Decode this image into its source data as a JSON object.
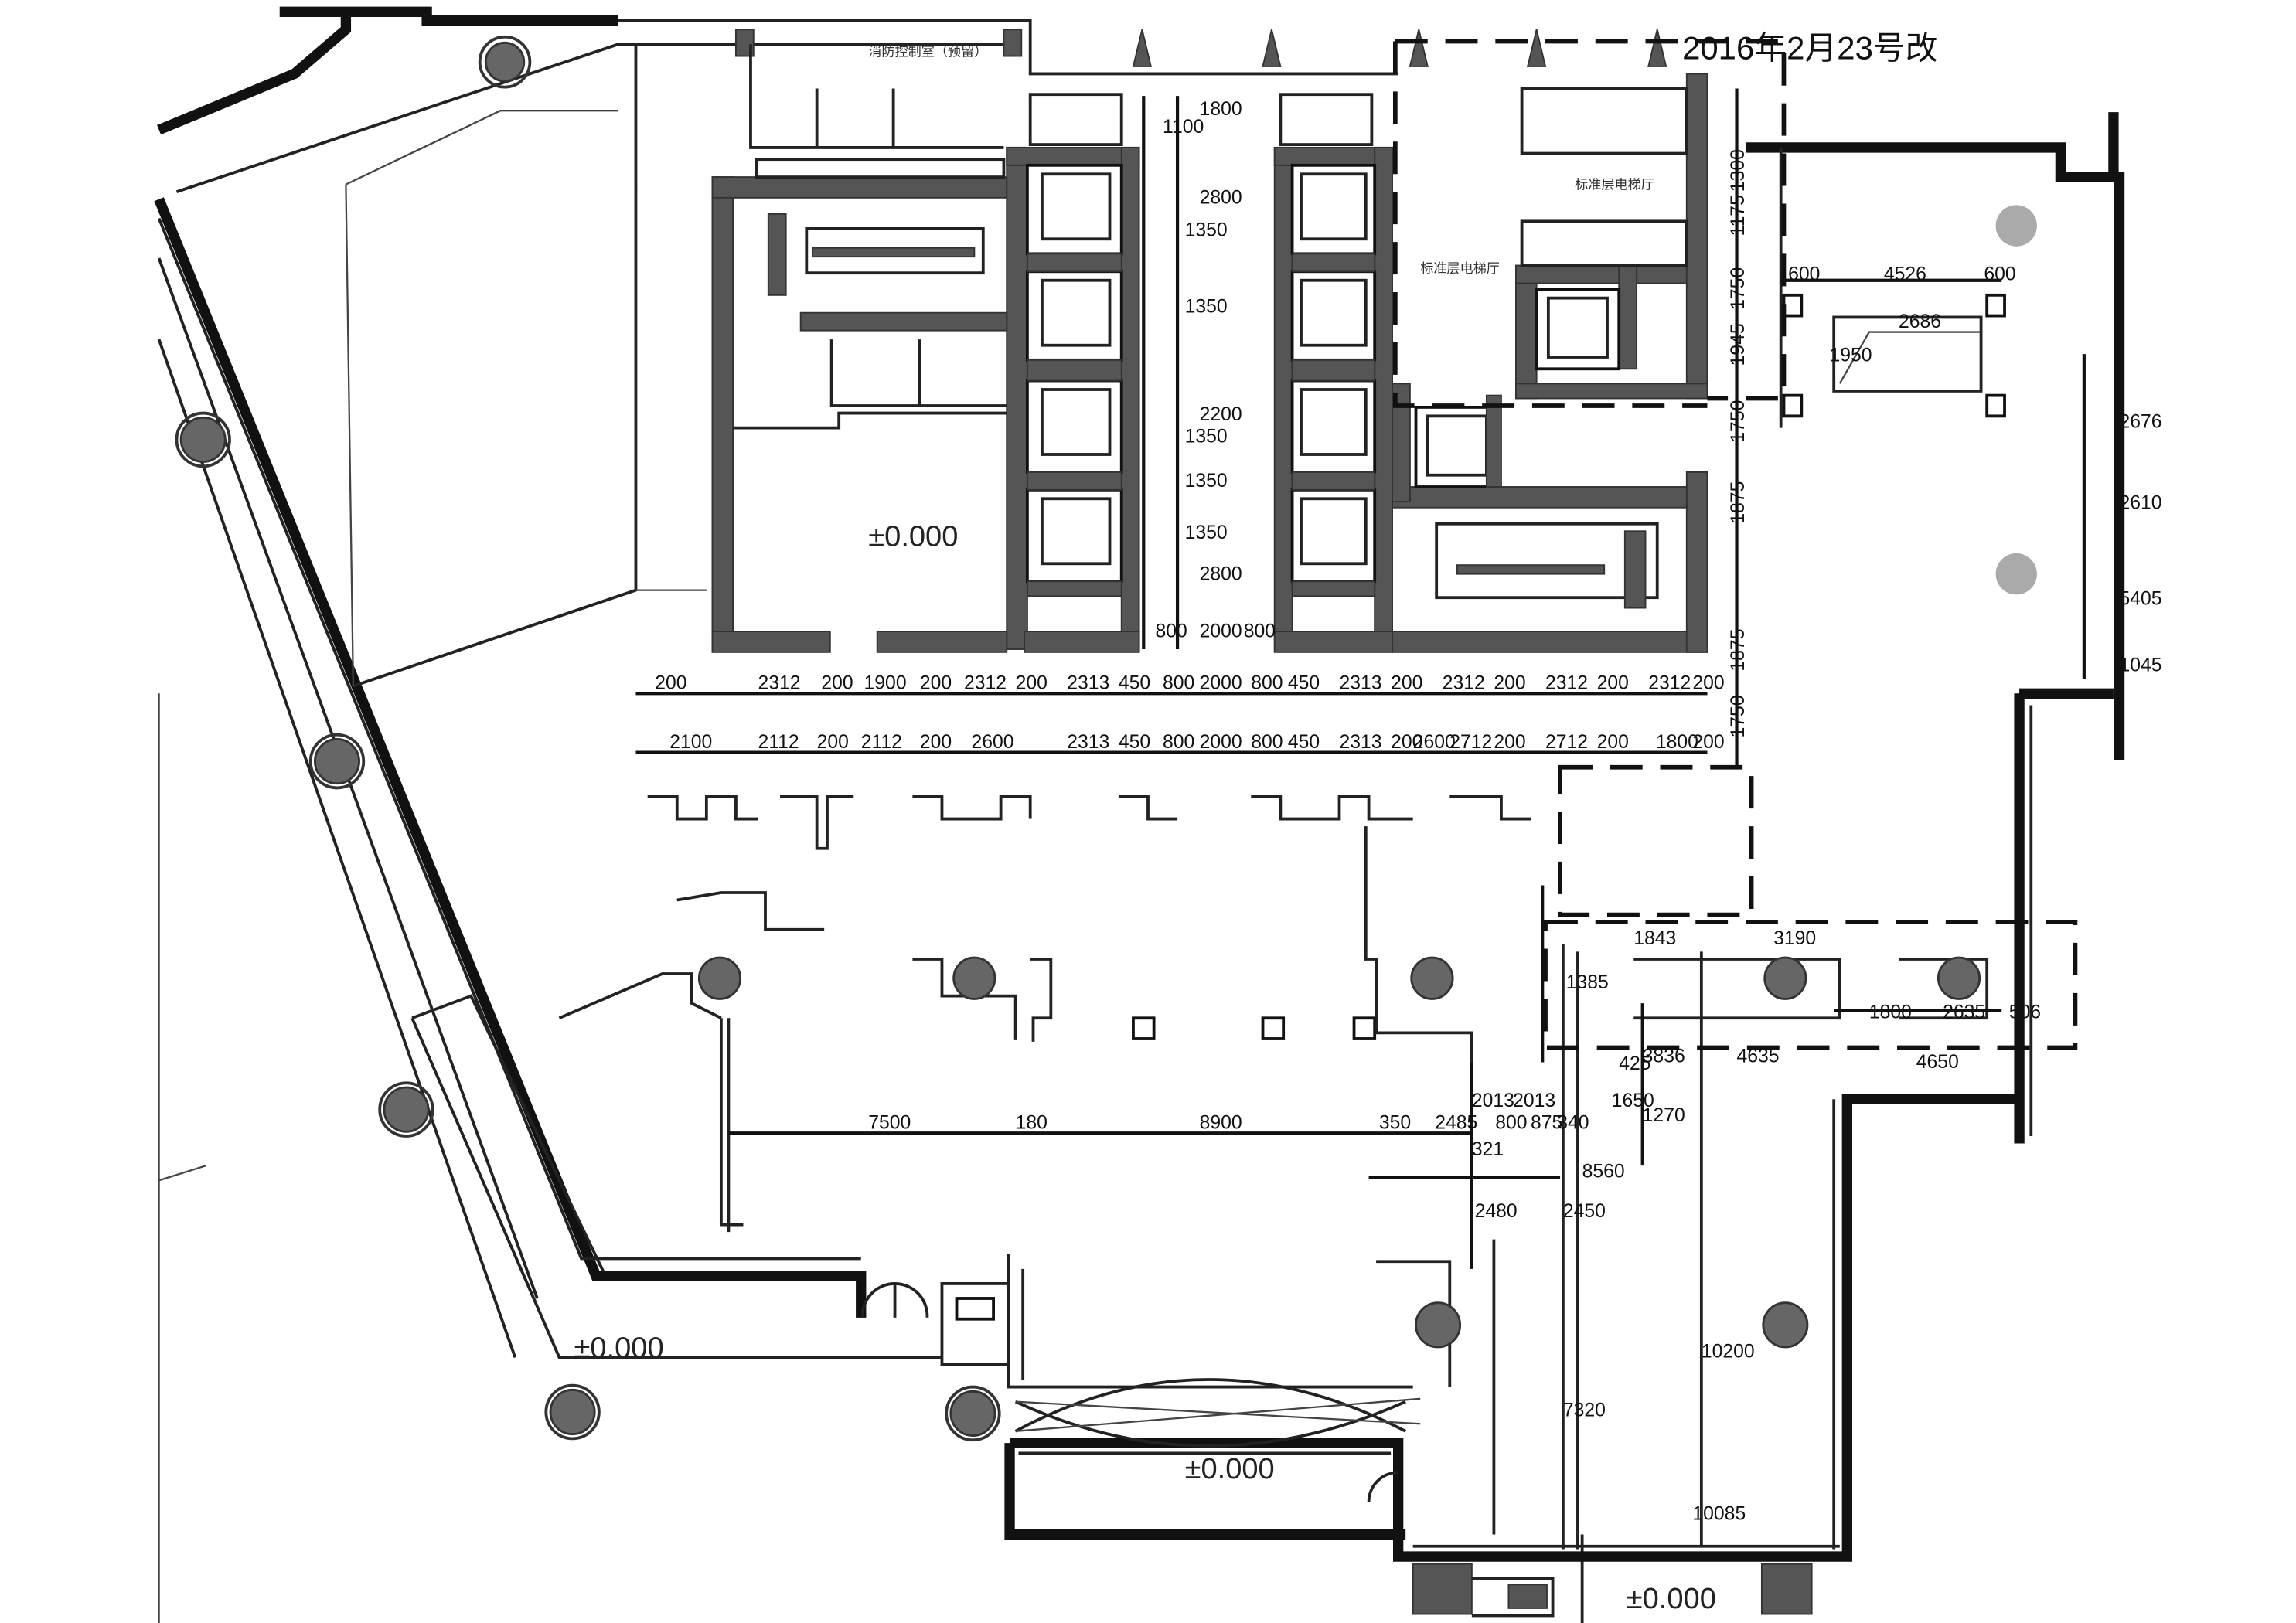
{
  "revision_note": "2016年2月23号改",
  "room_labels": {
    "top_room": "消防控制室（预留）",
    "lift_lobby_a": "标准层电梯厅",
    "lift_lobby_b": "标准层电梯厅"
  },
  "level_marks": [
    "±0.000",
    "±0.000",
    "±0.000",
    "±0.000"
  ],
  "dim_row_1": [
    "200",
    "2312",
    "200",
    "1900",
    "200",
    "2312",
    "200",
    "2313",
    "450",
    "800",
    "2000",
    "800",
    "450",
    "2313",
    "200",
    "2312",
    "200",
    "2312",
    "200",
    "2312",
    "200"
  ],
  "dim_row_2": [
    "2100",
    "2112",
    "200",
    "2112",
    "200",
    "2600",
    "2313",
    "450",
    "800",
    "2000",
    "800",
    "450",
    "2313",
    "200",
    "2600",
    "2712",
    "200",
    "2712",
    "200",
    "1800",
    "200"
  ],
  "dim_core": [
    "1800",
    "2800",
    "2200",
    "2800",
    "1100",
    "1350",
    "1350",
    "1350",
    "1350",
    "1350",
    "800",
    "2000",
    "800"
  ],
  "dim_right_vertical": [
    "1300",
    "1175",
    "1750",
    "1945",
    "1750",
    "1875",
    "1875",
    "1750"
  ],
  "dim_lower": [
    "7500",
    "180",
    "8900",
    "350",
    "2485",
    "800",
    "875",
    "340",
    "8560",
    "4635",
    "4650"
  ],
  "dim_right_block": [
    "4526",
    "600",
    "600",
    "2676",
    "2610",
    "5405",
    "1045",
    "1950",
    "2686"
  ],
  "dim_misc": [
    "2013",
    "2013",
    "321",
    "2480",
    "2450",
    "7320",
    "10200",
    "10085",
    "3836",
    "1650",
    "1270",
    "425",
    "1385",
    "1843",
    "3190",
    "2635",
    "1800",
    "506"
  ]
}
